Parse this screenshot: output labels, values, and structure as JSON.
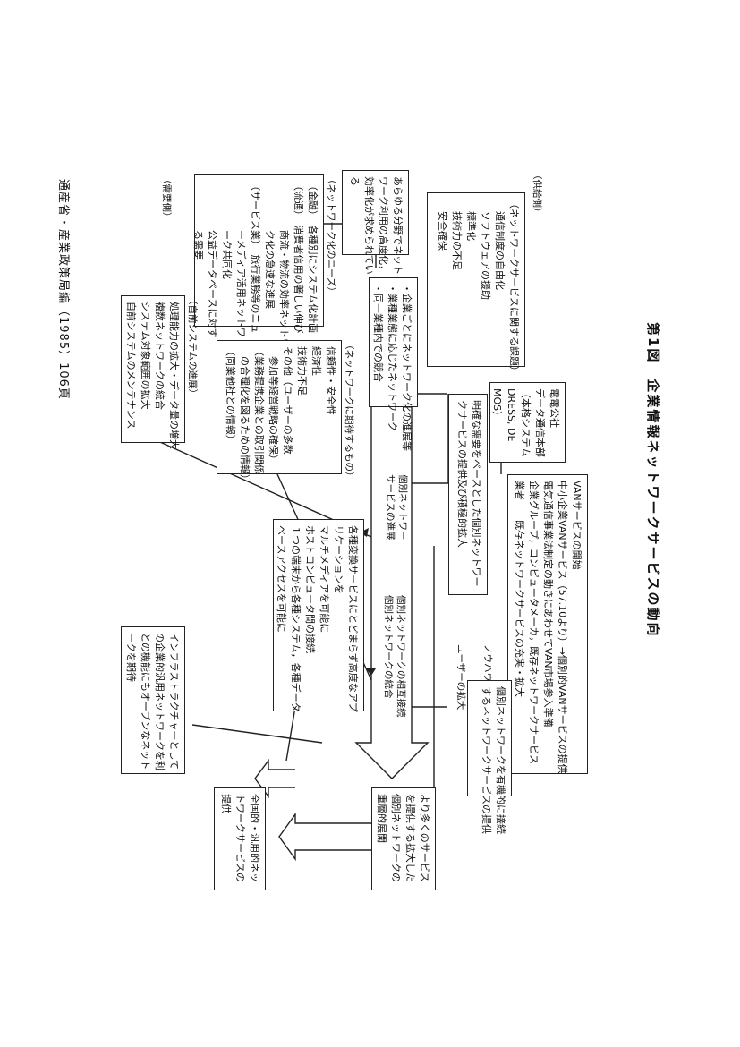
{
  "title": "第1図　企業情報ネットワークサービスの動向",
  "source": "通産省・産業政策局編（1985）106頁",
  "sections": {
    "service_provider": "（供給側）",
    "user_side": "（需要側）",
    "network_needs": "（ネットワーク化のニーズ）",
    "network_expect": "（ネットワークに期待するもの）",
    "own_system": "（自前システムの進展）"
  },
  "boxes": {
    "issues": {
      "head": "（ネットワークサービスに関する課題）",
      "lines": [
        "通信制度の自由化",
        "ソフトウェアの援助",
        "標準化",
        "技術力の不足",
        "安全確保"
      ]
    },
    "ntt": {
      "lines": [
        "電電公社",
        "データ通信本部",
        "（本格システム",
        "DRESS, DE",
        "MOS）"
      ]
    },
    "van": {
      "lines": [
        "VANサービスの開始",
        "中小企業VANサービス（57.10より）→個別的VANサービスの提供",
        "電気通信事業法制定の動きにあわせてVAN市場参入準備",
        "企業グループ，コンピュータメーカ，既存ネットワークサービス",
        "業者　　既存ネットワークサービスの充実・拡大"
      ]
    },
    "clear_demand": {
      "lines": [
        "明確な需要をベースとした個別ネットワー",
        "クサービスの提供及び積極的拡大"
      ]
    },
    "all_areas": {
      "lines": [
        "あらゆる分野でネット",
        "ワーク利用の高度化，",
        "効率化が求められてい",
        "る"
      ]
    },
    "needs_list": {
      "lines": [
        "（金融）　各種別にシステム化計画",
        "（流通）　消費者信用の著しい伸び",
        "　　　　　商流・物流の効率ネットワー",
        "　　　　　ク化の急速な進展",
        "（サービス業）　旅行業務等のニュ",
        "　　　　　ーメディア活用ネットワ",
        "　　　　　ーク共同化",
        "　　　　　公益データベースに対す",
        "　　　　　る需要"
      ]
    },
    "trend": {
      "lines": [
        "・企業ごとにネットワーク化の進展等",
        "・業種業態に応じたネットワーク",
        "・同一業種内での競合"
      ]
    },
    "expect": {
      "lines": [
        "信頼性・安全性",
        "経済性",
        "技術力不足",
        "その他（ユーザーの多数",
        "　参加等経営戦略の確保）",
        "（業務提携企業との取引関係",
        "　の合理化を図るための情報）",
        "（同業他社との情報）"
      ]
    },
    "own_sys": {
      "lines": [
        "処理能力の拡大・データ量の増大",
        "複数ネットワークの統合",
        "システム対象範囲の拡大",
        "自前システムのメンテナンス"
      ]
    },
    "various": {
      "lines": [
        "各種変換サービスにとどまらず高度なアプ",
        "リケーションを",
        "マルチメディアを可能に",
        "ホストコンピュータ間の接続",
        "１つの端末から各種システム，各種データ",
        "ベースアクセスを可能に"
      ]
    },
    "more_service": {
      "lines": [
        "より多くのサービス",
        "を提供する拡大した",
        "個別ネットワークの",
        "重層的展開"
      ]
    },
    "infra": {
      "lines": [
        "インフラストラクチャーとして",
        "の企業的汎用ネットワークを利",
        "との機能にもオープンなネット",
        "ークを期待"
      ]
    },
    "open_net": {
      "lines": [
        "全国的・汎用的ネッ",
        "トワークサービスの",
        "提供"
      ]
    },
    "connect_net": {
      "lines": [
        "個別ネットワークを有機的に接続",
        "するネットワークサービスの提供"
      ]
    }
  },
  "arrow_labels": {
    "arrow_head": "個別ネットワー",
    "arrow_head2": "サービスの進展",
    "arrow_mid": "個別ネットワークの相互接続",
    "arrow_mid2": "個別ネットワークの統合",
    "knowhow": "ノウハウの蓄積",
    "user_expand": "ユーザーの拡大"
  }
}
